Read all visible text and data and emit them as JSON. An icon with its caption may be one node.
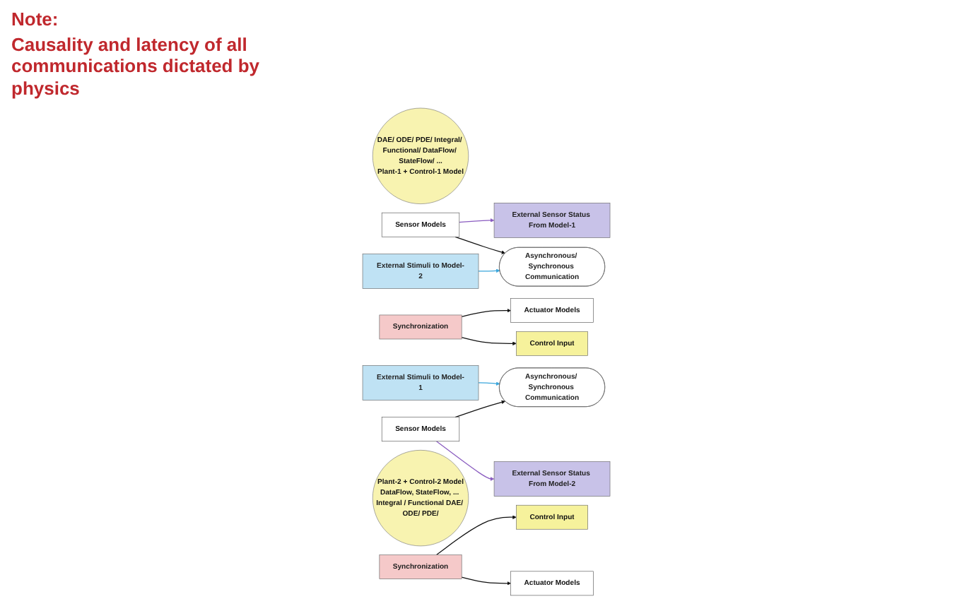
{
  "diagram": {
    "nodes": [
      {
        "text": [
          "Actuator Models"
        ]
      },
      {
        "text": [
          "DAE/ ODE/ PDE/ Integral/ Functional/ DataFlow/ StateFlow/ ...",
          "Plant-1 + Control-1 Model"
        ]
      },
      {
        "text": [
          "Sensor Models"
        ]
      },
      {
        "text": [
          "External Sensor Status From Model-1"
        ]
      },
      {
        "text": [
          "External Stimuli to Model-1"
        ]
      },
      {
        "text": [
          "Synchronization"
        ]
      },
      {
        "text": [
          "Control Input"
        ]
      },
      {
        "text": [
          "Asynchronous/ Synchronous Communication"
        ]
      },
      {
        "text": [
          "Asynchronous/ Synchronous Communication"
        ]
      },
      {
        "text": [
          "Control Input"
        ]
      },
      {
        "text": [
          "Synchronization"
        ]
      },
      {
        "text": [
          "External Stimuli to Model-2"
        ]
      },
      {
        "text": [
          "Plant-2 + Control-2 Model",
          "DataFlow, StateFlow, ... Integral / Functional DAE/ ODE/ PDE/"
        ]
      },
      {
        "text": [
          "Sensor Models"
        ]
      },
      {
        "text": [
          "Actuator Models"
        ]
      },
      {
        "text": [
          "External Sensor Status From Model-2"
        ]
      }
    ],
    "edges": [
      {
        "from": 5,
        "to": 0,
        "arrow": "to"
      },
      {
        "from": 5,
        "to": 6,
        "arrow": "to"
      },
      {
        "from": 2,
        "to": 3,
        "arrow": "to",
        "color": "#8a5cc0"
      },
      {
        "from": 2,
        "to": 7,
        "arrow": "to"
      },
      {
        "from": 4,
        "to": 8,
        "arrow": "to",
        "color": "#3aa6dc"
      },
      {
        "from": 10,
        "to": 9,
        "arrow": "to"
      },
      {
        "from": 10,
        "to": 14,
        "arrow": "to"
      },
      {
        "from": 11,
        "to": 7,
        "arrow": "to",
        "color": "#3aa6dc"
      },
      {
        "from": 13,
        "to": 8,
        "arrow": "to"
      },
      {
        "from": 13,
        "to": 15,
        "arrow": "to",
        "color": "#8a5cc0"
      }
    ],
    "labels": [
      "Note:",
      "Causality and latency of all communications dictated by physics"
    ]
  }
}
